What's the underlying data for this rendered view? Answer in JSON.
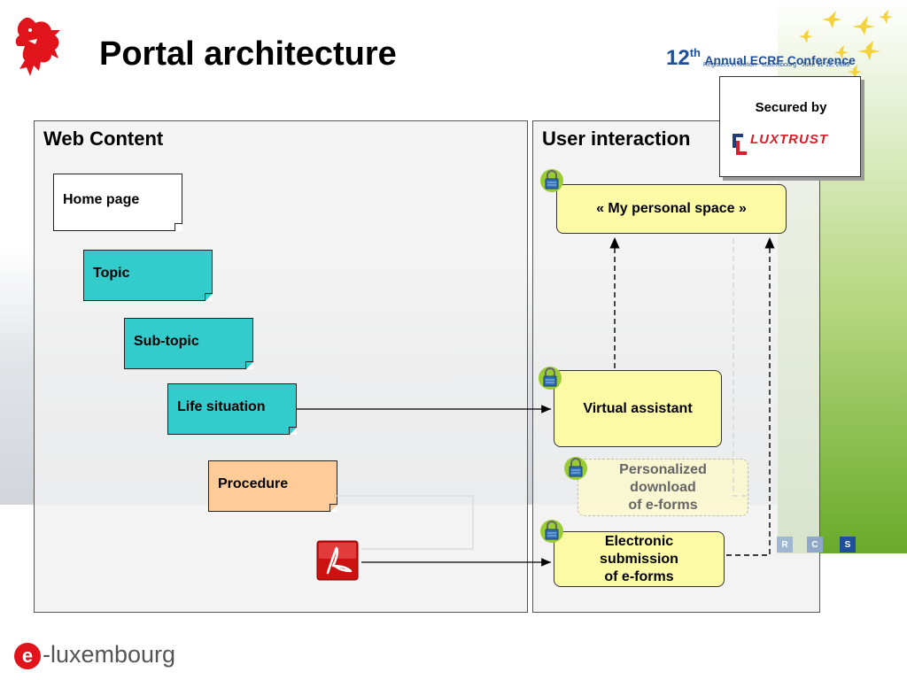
{
  "title": "Portal architecture",
  "conference": {
    "number": "12",
    "suffix": "th",
    "name": "Annual ECRF Conference",
    "tagline": "Registers in Motion - Luxembourg - June 11-12, 2009"
  },
  "secured": {
    "label": "Secured by",
    "brand": "LUXTRUST"
  },
  "web_content": {
    "title": "Web Content",
    "items": [
      "Home page",
      "Topic",
      "Sub-topic",
      "Life situation",
      "Procedure"
    ]
  },
  "user_interaction": {
    "title": "User interaction",
    "my_space": "« My personal space »",
    "virtual_assistant": "Virtual assistant",
    "personalized": [
      "Personalized",
      "download",
      "of e-forms"
    ],
    "electronic": [
      "Electronic",
      "submission",
      "of e-forms"
    ]
  },
  "rcs": [
    "R",
    "C",
    "S"
  ],
  "footer_logo": {
    "prefix": "e",
    "text": "-luxembourg"
  },
  "colors": {
    "topic": "#33cccc",
    "procedure": "#ffcc99",
    "box": "#fdfaa6",
    "lock_badge": "#99cc33",
    "pdf": "#cc1111"
  }
}
